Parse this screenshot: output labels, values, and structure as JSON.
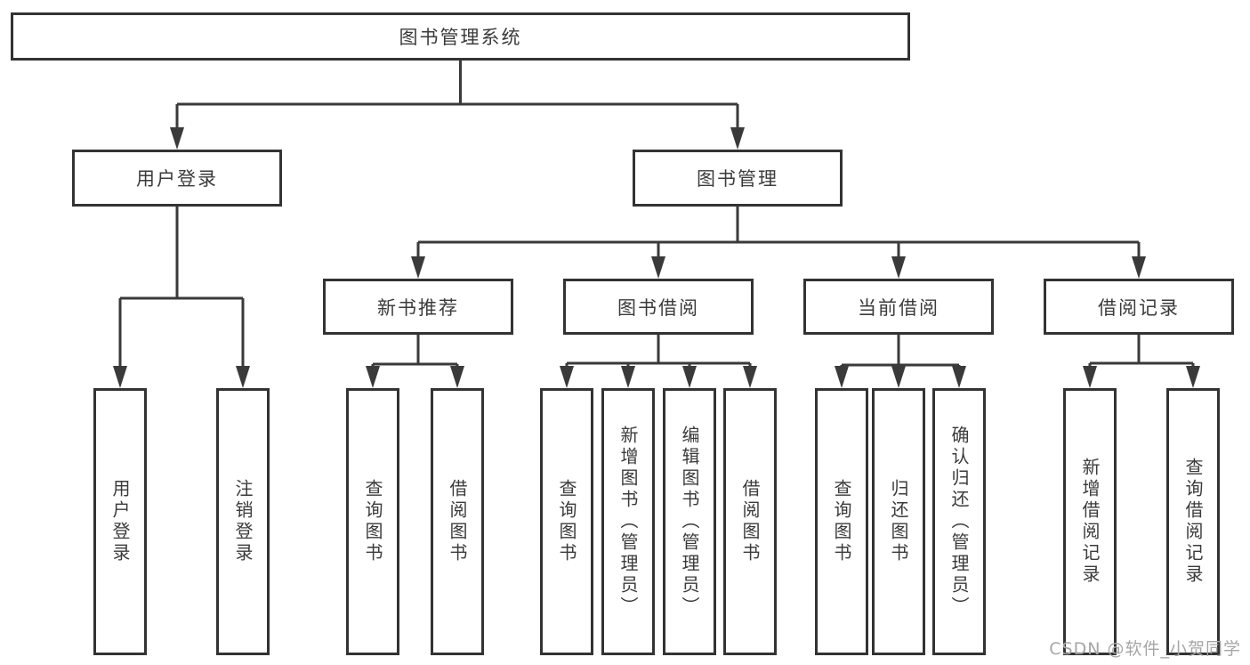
{
  "tree": {
    "label": "图书管理系统",
    "children": [
      {
        "label": "用户登录",
        "children": [
          {
            "label": "用户登录"
          },
          {
            "label": "注销登录"
          }
        ]
      },
      {
        "label": "图书管理",
        "children": [
          {
            "label": "新书推荐",
            "children": [
              {
                "label": "查询图书"
              },
              {
                "label": "借阅图书"
              }
            ]
          },
          {
            "label": "图书借阅",
            "children": [
              {
                "label": "查询图书"
              },
              {
                "label": "新增图书（管理员）"
              },
              {
                "label": "编辑图书（管理员）"
              },
              {
                "label": "借阅图书"
              }
            ]
          },
          {
            "label": "当前借阅",
            "children": [
              {
                "label": "查询图书"
              },
              {
                "label": "归还图书"
              },
              {
                "label": "确认归还（管理员）"
              }
            ]
          },
          {
            "label": "借阅记录",
            "children": [
              {
                "label": "新增借阅记录"
              },
              {
                "label": "查询借阅记录"
              }
            ]
          }
        ]
      }
    ]
  },
  "watermark": "CSDN @软件_小贺同学",
  "colors": {
    "line": "#3a3a3a",
    "box_border": "#333333",
    "box_fill": "#ffffff",
    "text": "#3b3b3b",
    "watermark": "#a6a6a6",
    "background": "#ffffff"
  }
}
